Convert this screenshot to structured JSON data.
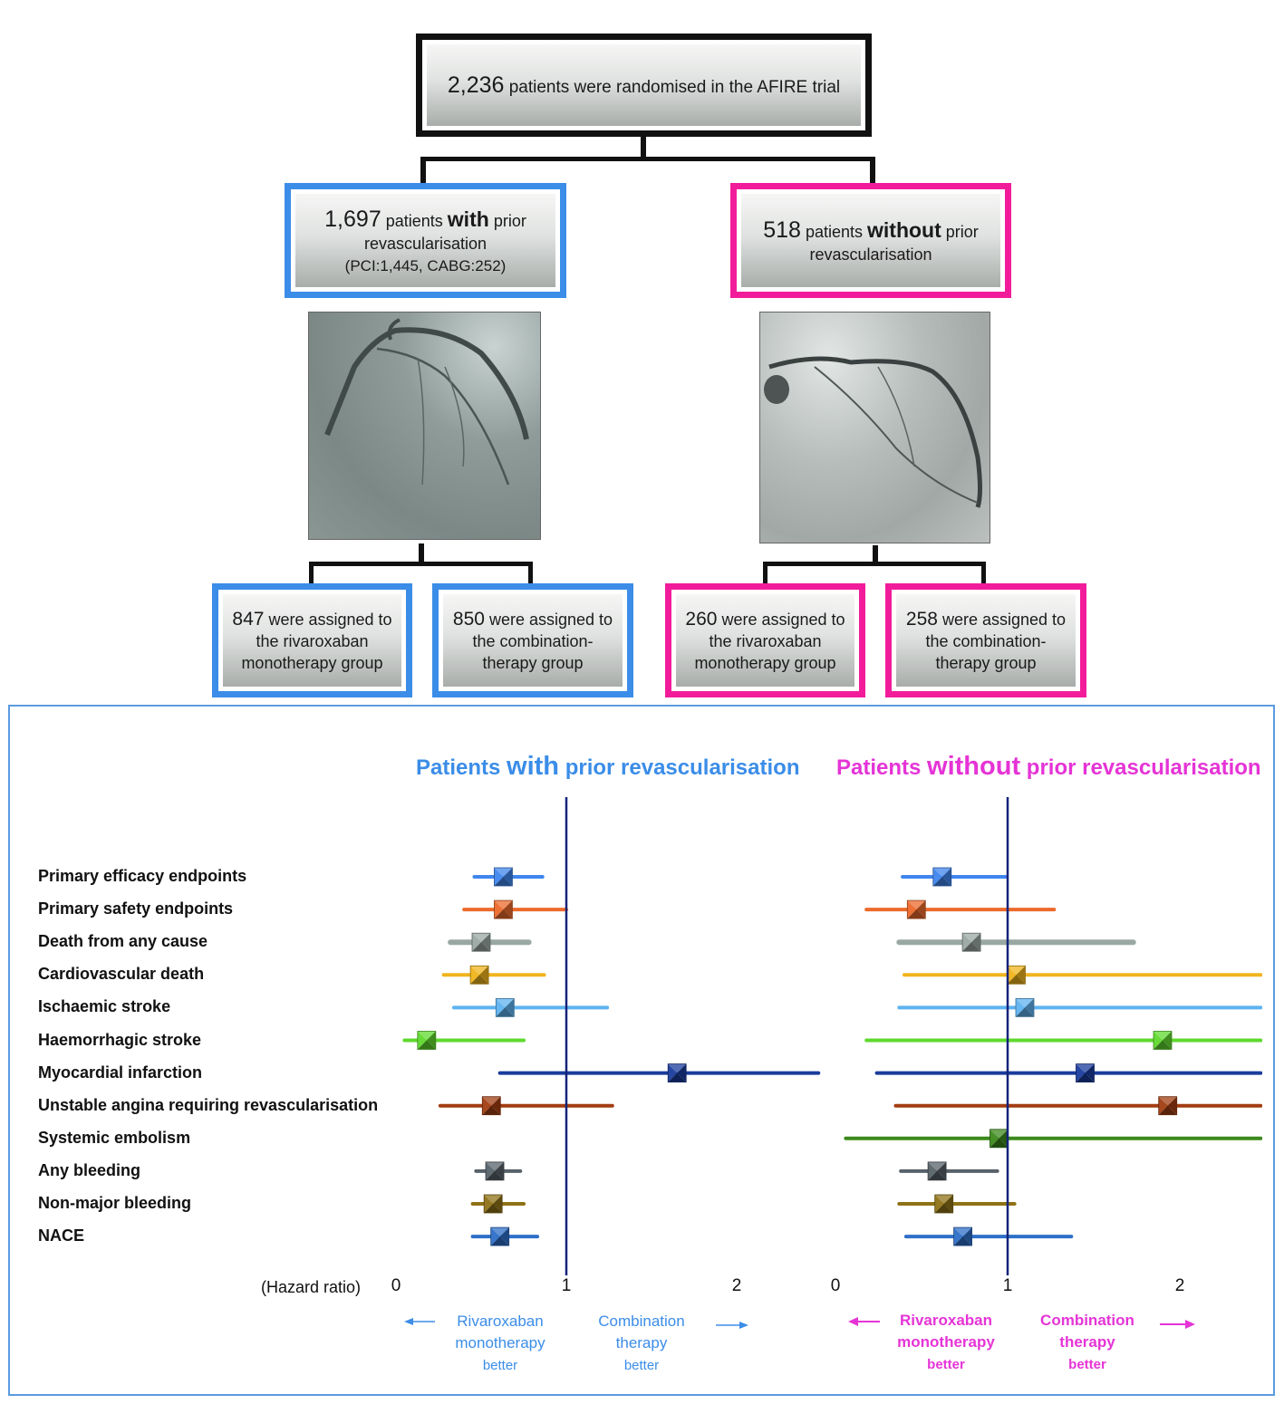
{
  "flow": {
    "top": {
      "count": "2,236",
      "text": "patients were randomised in the AFIRE trial"
    },
    "with": {
      "count": "1,697",
      "pre": "patients",
      "em": "with",
      "post": "prior",
      "line2": "revascularisation",
      "line3": "(PCI:1,445, CABG:252)"
    },
    "without": {
      "count": "518",
      "pre": "patients",
      "em": "without",
      "post": "prior",
      "line2": "revascularisation"
    },
    "groups": [
      {
        "count": "847",
        "l1": "were assigned to",
        "l2": "the rivaroxaban",
        "l3": "monotherapy group"
      },
      {
        "count": "850",
        "l1": "were assigned to",
        "l2": "the combination-",
        "l3": "therapy group"
      },
      {
        "count": "260",
        "l1": "were assigned to",
        "l2": "the rivaroxaban",
        "l3": "monotherapy group"
      },
      {
        "count": "258",
        "l1": "were assigned to",
        "l2": "the combination-",
        "l3": "therapy group"
      }
    ]
  },
  "colors": {
    "with": "#3b8de8",
    "without": "#f21c9b",
    "ref_line": "#13237a"
  },
  "chart_data": {
    "type": "forest",
    "xlabel": "(Hazard ratio)",
    "xlim": [
      0,
      2.47
    ],
    "xticks": [
      "0",
      "1",
      "2"
    ],
    "reference_line": 1,
    "endpoints": [
      "Primary efficacy endpoints",
      "Primary safety endpoints",
      "Death from any cause",
      "Cardiovascular death",
      "Ischaemic stroke",
      "Haemorrhagic stroke",
      "Myocardial infarction",
      "Unstable angina requiring revascularisation",
      "Systemic embolism",
      "Any bleeding",
      "Non-major bleeding",
      "NACE"
    ],
    "endpoint_colors": [
      "#3f86ee",
      "#ec6a2c",
      "#9aa8a3",
      "#f0b41c",
      "#5fb3f0",
      "#5fd92e",
      "#1a3c9c",
      "#a23d12",
      "#3c8a1c",
      "#58626a",
      "#8f7216",
      "#2e6fc8"
    ],
    "panels": [
      {
        "title_pre": "Patients ",
        "title_em": "with",
        "title_post": " prior revascularisation",
        "color": "#3b8de8",
        "direction_left": [
          "Rivaroxaban",
          "monotherapy",
          "better"
        ],
        "direction_right": [
          "Combination",
          "therapy",
          "better"
        ],
        "series": [
          {
            "hr": 0.63,
            "lo": 0.46,
            "hi": 0.86
          },
          {
            "hr": 0.63,
            "lo": 0.4,
            "hi": 1.0
          },
          {
            "hr": 0.5,
            "lo": 0.32,
            "hi": 0.78
          },
          {
            "hr": 0.49,
            "lo": 0.28,
            "hi": 0.87
          },
          {
            "hr": 0.64,
            "lo": 0.34,
            "hi": 1.24
          },
          {
            "hr": 0.18,
            "lo": 0.05,
            "hi": 0.75
          },
          {
            "hr": 1.65,
            "lo": 0.61,
            "hi": 2.48
          },
          {
            "hr": 0.56,
            "lo": 0.26,
            "hi": 1.27
          },
          null,
          {
            "hr": 0.58,
            "lo": 0.47,
            "hi": 0.73
          },
          {
            "hr": 0.57,
            "lo": 0.45,
            "hi": 0.75
          },
          {
            "hr": 0.61,
            "lo": 0.45,
            "hi": 0.83
          }
        ]
      },
      {
        "title_pre": "Patients ",
        "title_em": "without",
        "title_post": " prior revascularisation",
        "color": "#e534d6",
        "direction_left": [
          "Rivaroxaban",
          "monotherapy",
          "better"
        ],
        "direction_right": [
          "Combination",
          "therapy",
          "better"
        ],
        "series": [
          {
            "hr": 0.62,
            "lo": 0.39,
            "hi": 0.99
          },
          {
            "hr": 0.47,
            "lo": 0.18,
            "hi": 1.27
          },
          {
            "hr": 0.79,
            "lo": 0.37,
            "hi": 1.73
          },
          {
            "hr": 1.05,
            "lo": 0.4,
            "hi": 2.47
          },
          {
            "hr": 1.1,
            "lo": 0.37,
            "hi": 2.47
          },
          {
            "hr": 1.9,
            "lo": 0.18,
            "hi": 2.47
          },
          {
            "hr": 1.45,
            "lo": 0.24,
            "hi": 2.47
          },
          {
            "hr": 1.93,
            "lo": 0.35,
            "hi": 2.47
          },
          {
            "hr": 0.95,
            "lo": 0.06,
            "hi": 2.47
          },
          {
            "hr": 0.59,
            "lo": 0.38,
            "hi": 0.94
          },
          {
            "hr": 0.63,
            "lo": 0.37,
            "hi": 1.04
          },
          {
            "hr": 0.74,
            "lo": 0.41,
            "hi": 1.37
          }
        ]
      }
    ]
  }
}
